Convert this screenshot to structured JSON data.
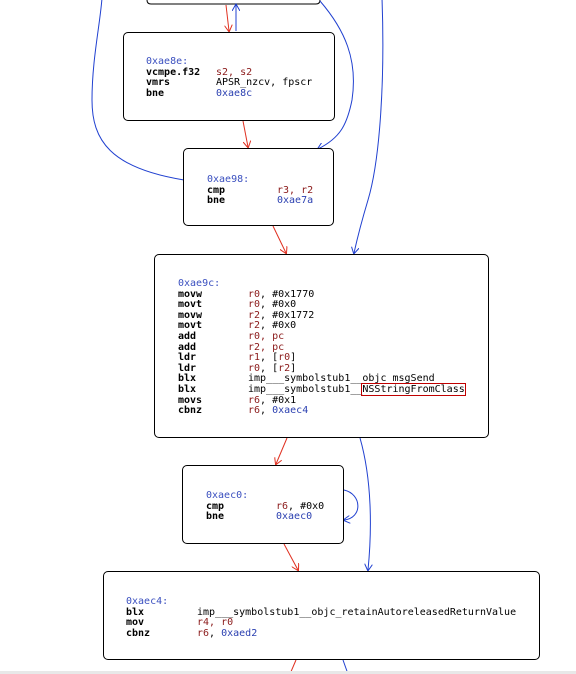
{
  "nodes": [
    {
      "id": "n1",
      "mnw": 70,
      "address": "0xae8e:",
      "lines": [
        {
          "mnemonic": "vcmpe.f32",
          "ops": [
            {
              "t": "s2, s2",
              "k": "reg"
            }
          ]
        },
        {
          "mnemonic": "vmrs",
          "ops": [
            {
              "t": "APSR_nzcv, fpscr",
              "k": "plain"
            }
          ]
        },
        {
          "mnemonic": "bne",
          "ops": [
            {
              "t": "0xae8c",
              "k": "lbl"
            }
          ]
        }
      ]
    },
    {
      "id": "n2",
      "mnw": 70,
      "address": "0xae98:",
      "lines": [
        {
          "mnemonic": "cmp",
          "ops": [
            {
              "t": "r3, r2",
              "k": "reg"
            }
          ]
        },
        {
          "mnemonic": "bne",
          "ops": [
            {
              "t": "0xae7a",
              "k": "lbl"
            }
          ]
        }
      ]
    },
    {
      "id": "n3",
      "mnw": 70,
      "address": "0xae9c:",
      "lines": [
        {
          "mnemonic": "movw",
          "ops": [
            {
              "t": "r0",
              "k": "reg"
            },
            {
              "t": ", #0x1770",
              "k": "plain"
            }
          ]
        },
        {
          "mnemonic": "movt",
          "ops": [
            {
              "t": "r0",
              "k": "reg"
            },
            {
              "t": ", #0x0",
              "k": "plain"
            }
          ]
        },
        {
          "mnemonic": "movw",
          "ops": [
            {
              "t": "r2",
              "k": "reg"
            },
            {
              "t": ", #0x1772",
              "k": "plain"
            }
          ]
        },
        {
          "mnemonic": "movt",
          "ops": [
            {
              "t": "r2",
              "k": "reg"
            },
            {
              "t": ", #0x0",
              "k": "plain"
            }
          ]
        },
        {
          "mnemonic": "add",
          "ops": [
            {
              "t": "r0, pc",
              "k": "reg"
            }
          ]
        },
        {
          "mnemonic": "add",
          "ops": [
            {
              "t": "r2, pc",
              "k": "reg"
            }
          ]
        },
        {
          "mnemonic": "ldr",
          "ops": [
            {
              "t": "r1",
              "k": "reg"
            },
            {
              "t": ", [",
              "k": "plain"
            },
            {
              "t": "r0",
              "k": "reg"
            },
            {
              "t": "]",
              "k": "plain"
            }
          ]
        },
        {
          "mnemonic": "ldr",
          "ops": [
            {
              "t": "r0",
              "k": "reg"
            },
            {
              "t": ", [",
              "k": "plain"
            },
            {
              "t": "r2",
              "k": "reg"
            },
            {
              "t": "]",
              "k": "plain"
            }
          ]
        },
        {
          "mnemonic": "blx",
          "ops": [
            {
              "t": "imp___symbolstub1__objc_msgSend",
              "k": "plain"
            }
          ]
        },
        {
          "mnemonic": "blx",
          "ops": [
            {
              "t": "imp___symbolstub1__",
              "k": "plain"
            },
            {
              "t": "NSStringFromClass",
              "k": "hl"
            }
          ]
        },
        {
          "mnemonic": "movs",
          "ops": [
            {
              "t": "r6",
              "k": "reg"
            },
            {
              "t": ", #0x1",
              "k": "plain"
            }
          ]
        },
        {
          "mnemonic": "cbnz",
          "ops": [
            {
              "t": "r6",
              "k": "reg"
            },
            {
              "t": ", ",
              "k": "plain"
            },
            {
              "t": "0xaec4",
              "k": "lbl"
            }
          ]
        }
      ]
    },
    {
      "id": "n4",
      "mnw": 70,
      "address": "0xaec0:",
      "lines": [
        {
          "mnemonic": "cmp",
          "ops": [
            {
              "t": "r6",
              "k": "reg"
            },
            {
              "t": ", #0x0",
              "k": "plain"
            }
          ]
        },
        {
          "mnemonic": "bne",
          "ops": [
            {
              "t": "0xaec0",
              "k": "lbl"
            }
          ]
        }
      ]
    },
    {
      "id": "n5",
      "mnw": 71,
      "address": "0xaec4:",
      "lines": [
        {
          "mnemonic": "blx",
          "ops": [
            {
              "t": "imp___symbolstub1__objc_retainAutoreleasedReturnValue",
              "k": "plain"
            }
          ]
        },
        {
          "mnemonic": "mov",
          "ops": [
            {
              "t": "r4, r0",
              "k": "reg"
            }
          ]
        },
        {
          "mnemonic": "cbnz",
          "ops": [
            {
              "t": "r6",
              "k": "reg"
            },
            {
              "t": ", ",
              "k": "plain"
            },
            {
              "t": "0xaed2",
              "k": "lbl"
            }
          ]
        }
      ]
    }
  ],
  "colors": {
    "true_edge": "#e03020",
    "false_edge": "#2040d0",
    "address": "#3a4fbf",
    "register": "#8b1a1a",
    "label": "#2a3fb0",
    "highlight_box": "#c00000"
  }
}
